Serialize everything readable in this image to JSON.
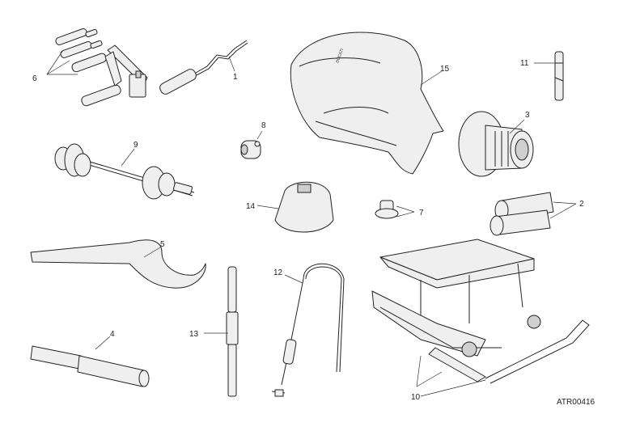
{
  "drawing_ref": "ATR00416",
  "callouts": [
    "1",
    "2",
    "3",
    "4",
    "5",
    "6",
    "7",
    "8",
    "9",
    "10",
    "11",
    "12",
    "13",
    "14",
    "15"
  ],
  "seat_brand_text": "DUCATI"
}
